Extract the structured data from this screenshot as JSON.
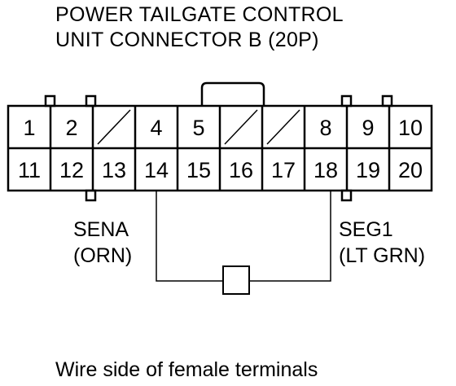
{
  "title": {
    "line1": "POWER TAILGATE CONTROL",
    "line2": "UNIT CONNECTOR B (20P)"
  },
  "connector": {
    "top_row": [
      "1",
      "2",
      "",
      "4",
      "5",
      "",
      "",
      "8",
      "9",
      "10"
    ],
    "bottom_row": [
      "11",
      "12",
      "13",
      "14",
      "15",
      "16",
      "17",
      "18",
      "19",
      "20"
    ]
  },
  "wires": {
    "left": {
      "name": "SENA",
      "color": "(ORN)"
    },
    "right": {
      "name": "SEG1",
      "color": "(LT GRN)"
    }
  },
  "footer": "Wire side of female terminals"
}
